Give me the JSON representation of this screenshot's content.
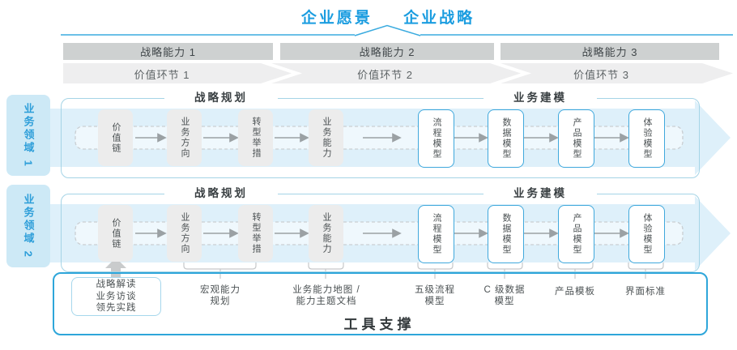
{
  "title": {
    "vision": "企业愿景",
    "strategy": "企业战略"
  },
  "capability_bars": [
    "战略能力 1",
    "战略能力 2",
    "战略能力 3"
  ],
  "value_links": [
    "价值环节 1",
    "价值环节 2",
    "价值环节 3"
  ],
  "business_domains": [
    "业务领域 1",
    "业务领域 2"
  ],
  "row": {
    "headers": [
      "战略规划",
      "业务建模"
    ],
    "boxes": [
      "价值链",
      "业务方向",
      "转型举措",
      "业务能力",
      "流程模型",
      "数据模型",
      "产品模型",
      "体验模型"
    ]
  },
  "footnotes": {
    "practice_box": [
      "战略解读",
      "业务访谈",
      "领先实践"
    ],
    "notes": [
      [
        "宏观能力",
        "规划"
      ],
      [
        "业务能力地图 /",
        "能力主题文档"
      ],
      [
        "五级流程",
        "模型"
      ],
      [
        "C 级数据",
        "模型"
      ],
      [
        "产品模板"
      ],
      [
        "界面标准"
      ]
    ]
  },
  "tool_support": "工具支撑",
  "colors": {
    "accent_blue": "#1b9de0",
    "teal_line": "#3aabdf",
    "band_blue": "#def0fa",
    "box_border_blue": "#3fa8dc",
    "domain_bg": "#cde9f6",
    "bar_gray": "#ced1d1",
    "value_bar_gray": "#eeeeef"
  }
}
